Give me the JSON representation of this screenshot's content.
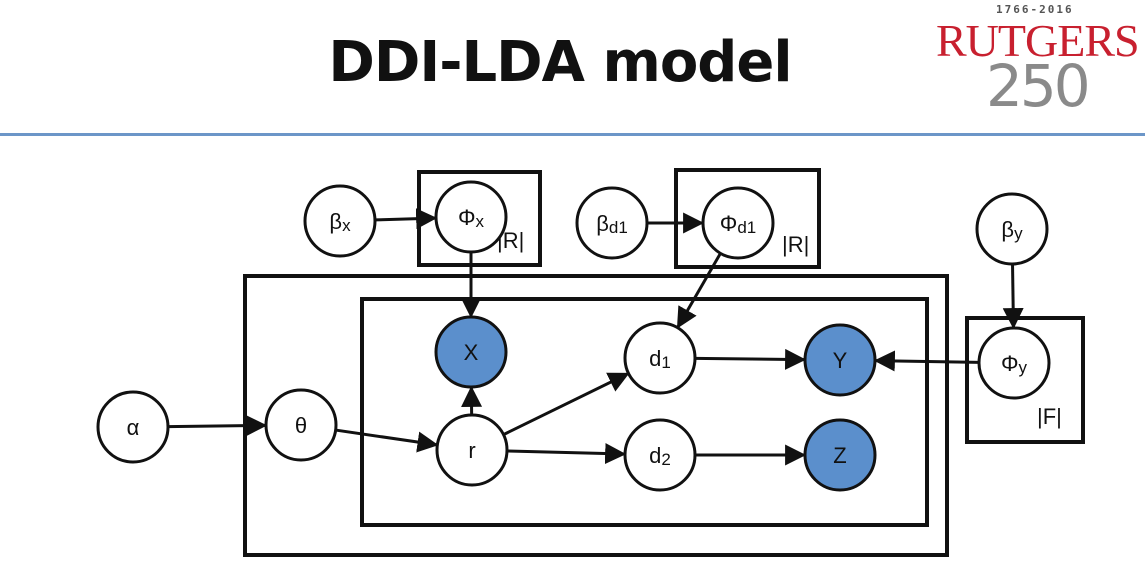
{
  "slide": {
    "title": "DDI-LDA model"
  },
  "logo": {
    "years": "1766-2016",
    "name": "RUTGERS",
    "number": "250"
  },
  "colors": {
    "rule": "#6c96c8",
    "observed_fill": "#5b8fcc",
    "latent_fill": "#ffffff",
    "logo_red": "#c8202f"
  },
  "diagram": {
    "nodes": {
      "alpha": {
        "base": "α",
        "sub": "",
        "observed": false
      },
      "theta": {
        "base": "θ",
        "sub": "",
        "observed": false
      },
      "r": {
        "base": "r",
        "sub": "",
        "observed": false
      },
      "X": {
        "base": "X",
        "sub": "",
        "observed": true
      },
      "d1": {
        "base": "d",
        "sub": "1",
        "observed": false
      },
      "d2": {
        "base": "d",
        "sub": "2",
        "observed": false
      },
      "Y": {
        "base": "Y",
        "sub": "",
        "observed": true
      },
      "Z": {
        "base": "Z",
        "sub": "",
        "observed": true
      },
      "beta_x": {
        "base": "β",
        "sub": "x",
        "observed": false
      },
      "phi_x": {
        "base": "Φ",
        "sub": "x",
        "observed": false
      },
      "beta_d1": {
        "base": "β",
        "sub": "d1",
        "observed": false
      },
      "phi_d1": {
        "base": "Φ",
        "sub": "d1",
        "observed": false
      },
      "beta_y": {
        "base": "β",
        "sub": "y",
        "observed": false
      },
      "phi_y": {
        "base": "Φ",
        "sub": "y",
        "observed": false
      }
    },
    "plates": {
      "phi_x_plate": "|R|",
      "phi_d1_plate": "|R|",
      "phi_y_plate": "|F|"
    },
    "edges": [
      [
        "alpha",
        "theta"
      ],
      [
        "theta",
        "r"
      ],
      [
        "r",
        "X"
      ],
      [
        "r",
        "d1"
      ],
      [
        "r",
        "d2"
      ],
      [
        "d1",
        "Y"
      ],
      [
        "d2",
        "Z"
      ],
      [
        "beta_x",
        "phi_x"
      ],
      [
        "phi_x",
        "X"
      ],
      [
        "beta_d1",
        "phi_d1"
      ],
      [
        "phi_d1",
        "d1"
      ],
      [
        "beta_y",
        "phi_y"
      ],
      [
        "phi_y",
        "Y"
      ]
    ]
  }
}
